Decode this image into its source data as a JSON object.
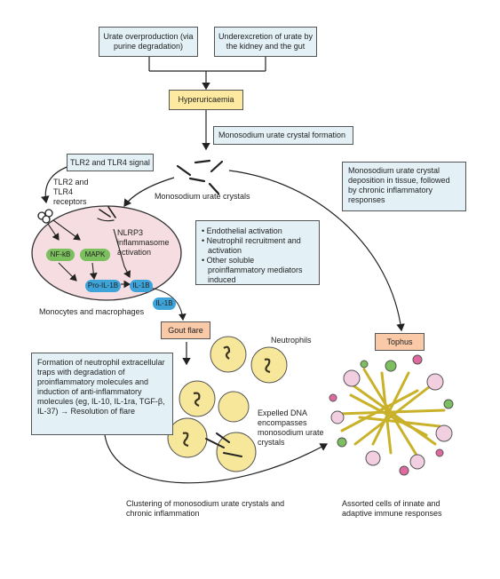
{
  "boxes": {
    "urate_overproduction": "Urate overproduction (via purine degradation)",
    "underexcretion": "Underexcretion of urate by the kidney and the gut",
    "hyperuricaemia": "Hyperuricaemia",
    "msu_formation": "Monosodium urate crystal formation",
    "tlr_signal": "TLR2 and TLR4 signal",
    "deposition": "Monosodium urate crystal deposition in tissue, followed by chronic inflammatory responses",
    "gout_flare": "Gout flare",
    "tophus": "Tophus",
    "net_formation": "Formation of neutrophil extracellular traps with degradation of proinflammatory molecules and induction of anti-inflammatory molecules (eg, IL-10, IL-1ra, TGF-β, IL-37) → Resolution of flare"
  },
  "effects": [
    "Endothelial activation",
    "Neutrophil recruitment and activation",
    "Other soluble proinflammatory mediators induced"
  ],
  "labels": {
    "msu_crystals": "Monosodium urate crystals",
    "tlr_receptors": "TLR2 and TLR4 receptors",
    "nlrp3": "NLRP3 inflammasome activation",
    "monocytes": "Monocytes and macrophages",
    "neutrophils": "Neutrophils",
    "expelled_dna": "Expelled DNA encompasses monosodium urate crystals",
    "clustering": "Clustering of monosodium urate crystals and chronic inflammation",
    "assorted_cells": "Assorted cells of innate and adaptive immune responses"
  },
  "pills": {
    "nfkb": "NF-kB",
    "mapk": "MAPK",
    "pro_il1b": "Pro-IL-1B",
    "il1b_inner": "IL-1B",
    "il1b_outer": "IL-1B"
  },
  "colors": {
    "box_fill": "#e3f1f7",
    "hyperuricaemia_fill": "#fde9a0",
    "orange_fill": "#f9c9a8",
    "cell_fill": "#f6dde1",
    "green_pill": "#7bbf5e",
    "blue_pill": "#3ea3d8",
    "neutrophil_fill": "#f7e79a",
    "crystal": "#c9b22a"
  }
}
